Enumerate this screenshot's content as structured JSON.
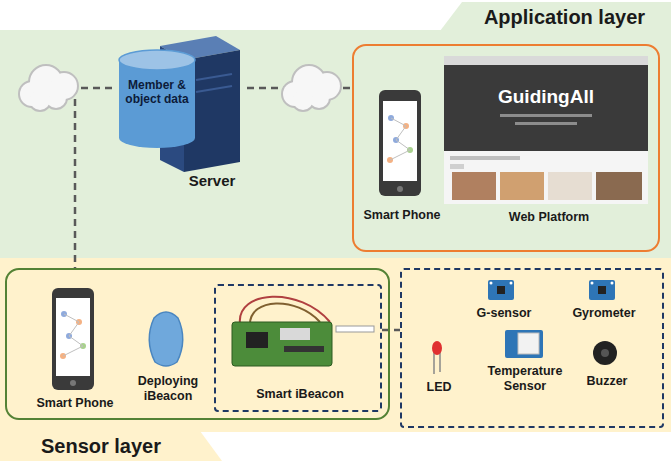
{
  "diagram": {
    "nodes": [
      {
        "text": [
          "Application layer"
        ]
      },
      {
        "text": [
          "Member & object data",
          "Server"
        ],
        "in": 0
      },
      {
        "text": [],
        "in": 0
      },
      {
        "text": [
          "Smart Phone"
        ],
        "in": 2
      },
      {
        "text": [
          "Web Platform"
        ],
        "in": 2
      },
      {
        "text": [
          "Sensor layer"
        ]
      },
      {
        "text": [],
        "in": 5
      },
      {
        "text": [
          "Smart Phone"
        ],
        "in": 6
      },
      {
        "text": [
          "Deploying iBeacon"
        ],
        "in": 6
      },
      {
        "text": [
          "Smart iBeacon"
        ],
        "in": 6
      },
      {
        "text": [],
        "in": 5
      },
      {
        "text": [
          "G-sensor"
        ],
        "in": 10
      },
      {
        "text": [
          "Gyrometer"
        ],
        "in": 10
      },
      {
        "text": [
          "LED"
        ],
        "in": 10
      },
      {
        "text": [
          "Temperature Sensor"
        ],
        "in": 10
      },
      {
        "text": [
          "Buzzer"
        ],
        "in": 10
      }
    ],
    "edges": [
      {
        "from": 1,
        "to": 2,
        "arrow": "none"
      },
      {
        "from": 1,
        "to": 6,
        "arrow": "none"
      },
      {
        "from": 9,
        "to": 10,
        "arrow": "none"
      }
    ],
    "labels": [
      "GuidingAll"
    ]
  }
}
